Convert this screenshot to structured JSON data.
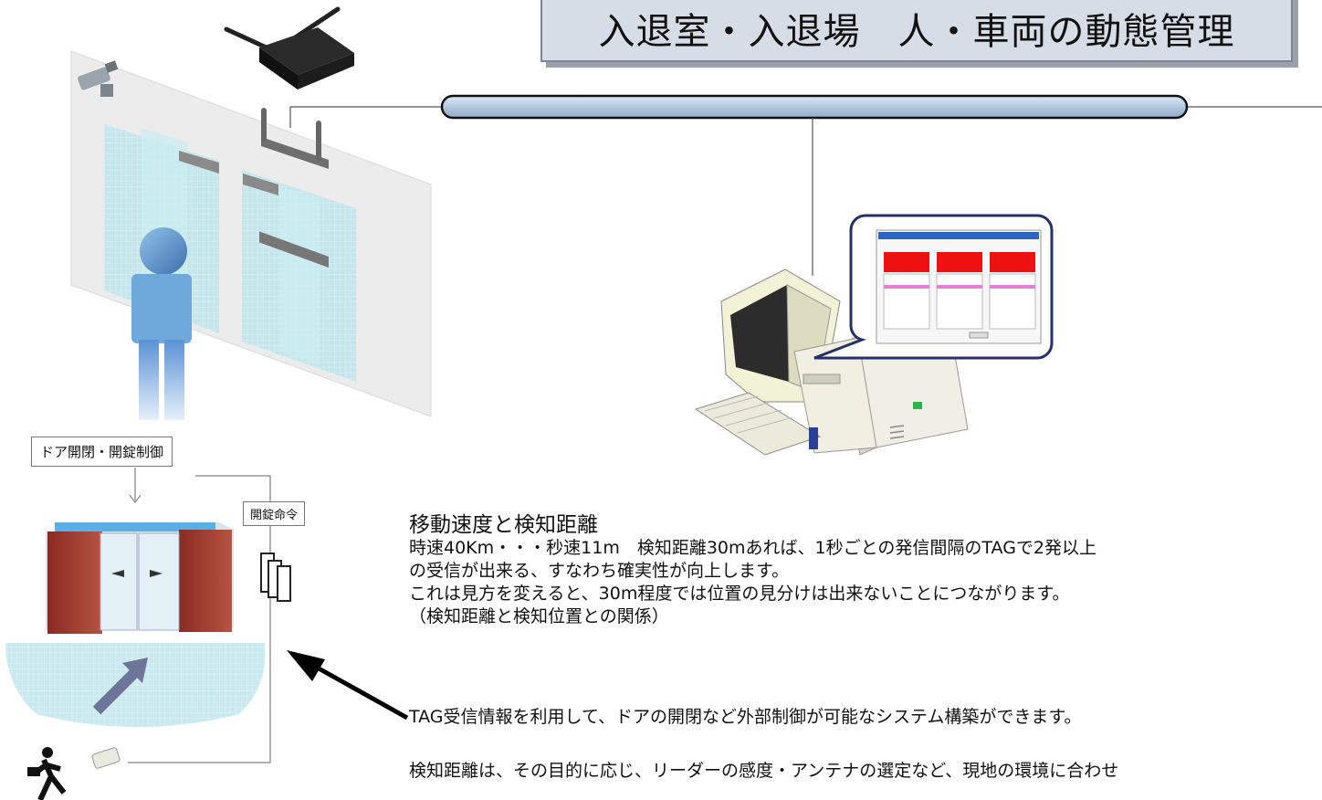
{
  "title": "入退室・入退場　人・車両の動態管理",
  "labels": {
    "door_control": "ドア開閉・開錠制御",
    "unlock_command": "開錠命令"
  },
  "explanation": {
    "heading": "移動速度と検知距離",
    "line1": "時速40Km・・・秒速11m　検知距離30mあれば、1秒ごとの発信間隔のTAGで2発以上",
    "line2": "の受信が出来る、すなわち確実性が向上します。",
    "line3": "これは見方を変えると、30m程度では位置の見分けは出来ないことにつながります。",
    "line4": "（検知距離と検知位置との関係）",
    "line5": "TAG受信情報を利用して、ドアの開閉など外部制御が可能なシステム構築ができます。",
    "line6": "検知距離は、その目的に応じ、リーダーの感度・アンテナの選定など、現地の環境に合わせ"
  },
  "colors": {
    "network_bus": "#b9cfe6",
    "glass": "#bfe8ee",
    "alert_red": "#ee1111",
    "person": "#6fa9d9"
  },
  "icons": [
    "wireless-router-icon",
    "security-camera-icon",
    "antenna-reader-icon",
    "desktop-computer-icon",
    "tag-reader-icon",
    "walking-person-icon",
    "rfid-tag-icon"
  ]
}
